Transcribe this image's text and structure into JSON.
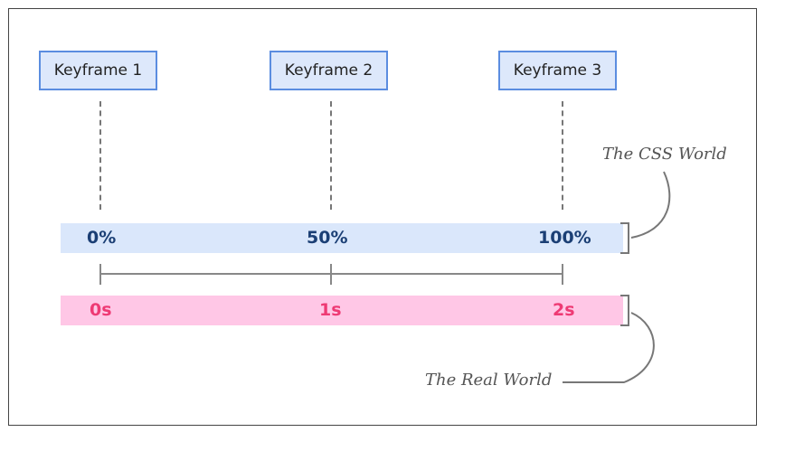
{
  "keyframes": [
    {
      "label": "Keyframe 1"
    },
    {
      "label": "Keyframe 2"
    },
    {
      "label": "Keyframe 3"
    }
  ],
  "css_world": {
    "label": "The CSS World",
    "ticks": [
      "0%",
      "50%",
      "100%"
    ],
    "band_color": "#dae7fb",
    "text_color": "#1b3f75"
  },
  "real_world": {
    "label": "The Real World",
    "ticks": [
      "0s",
      "1s",
      "2s"
    ],
    "band_color": "#ffc7e6",
    "text_color": "#ee3a74"
  },
  "colors": {
    "keyframe_fill": "#dde8fb",
    "keyframe_border": "#5b8de0",
    "connector": "#777777"
  }
}
